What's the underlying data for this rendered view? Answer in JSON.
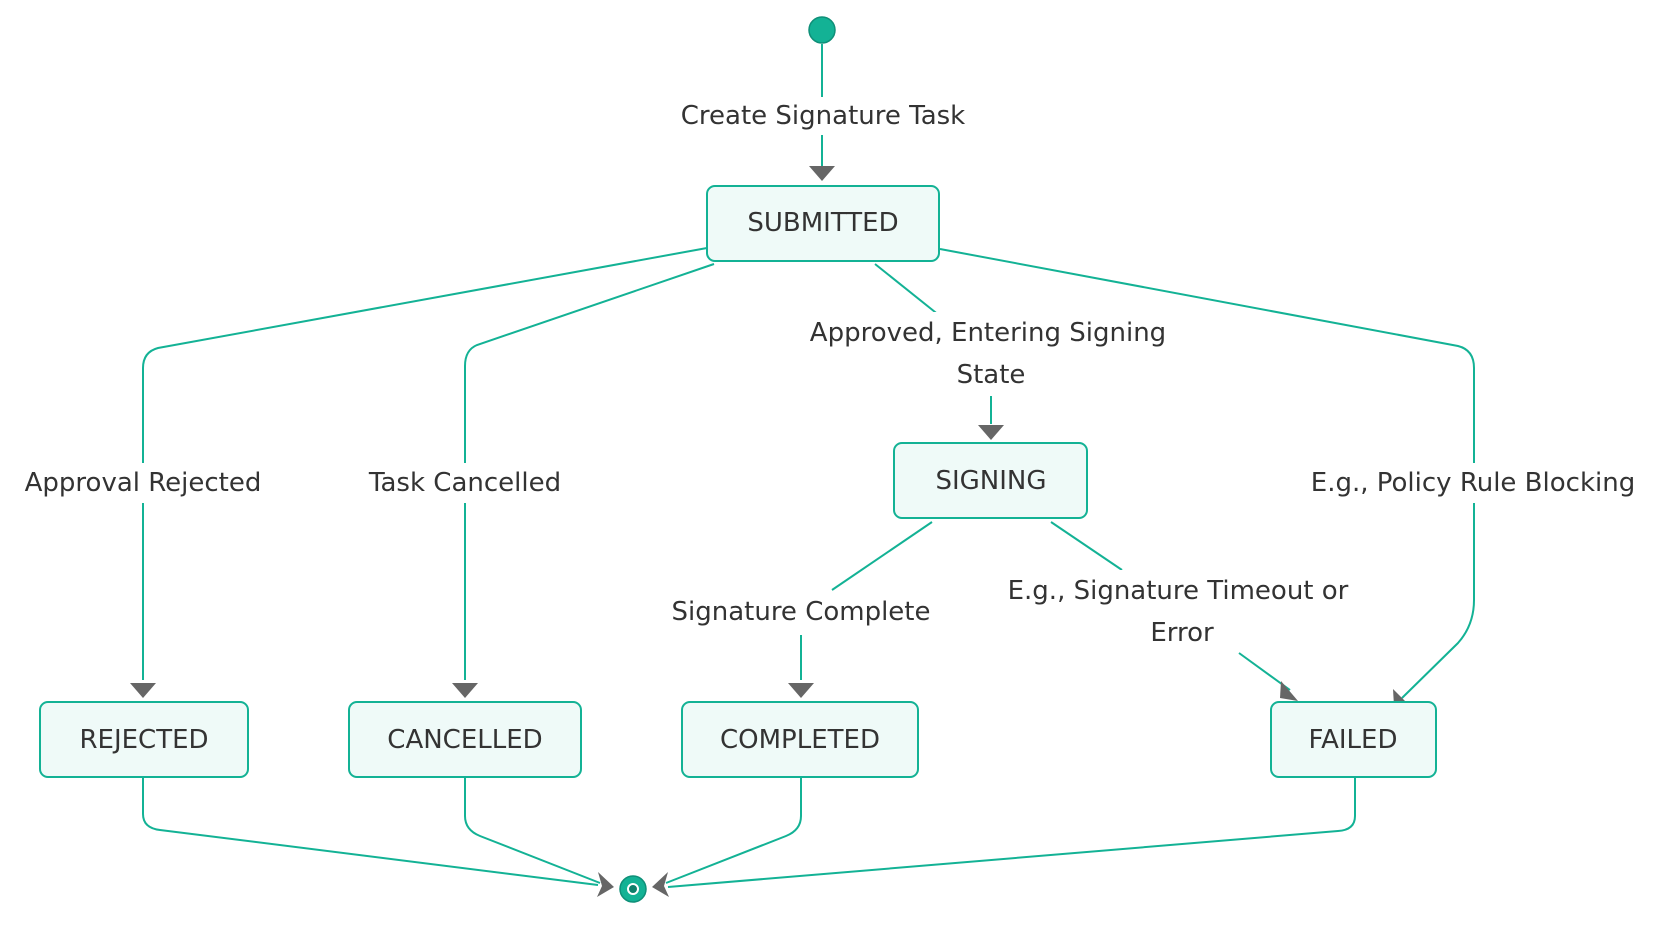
{
  "diagram": {
    "type": "state-diagram",
    "colors": {
      "edge": "#13b295",
      "node_fill": "#effaf8",
      "node_border": "#13b295",
      "arrowhead": "#666666",
      "text": "#333333"
    },
    "states": {
      "submitted": "SUBMITTED",
      "signing": "SIGNING",
      "rejected": "REJECTED",
      "cancelled": "CANCELLED",
      "completed": "COMPLETED",
      "failed": "FAILED"
    },
    "transitions": {
      "create": "Create Signature Task",
      "approved_line1": "Approved, Entering Signing",
      "approved_line2": "State",
      "rejected": "Approval Rejected",
      "cancelled": "Task Cancelled",
      "policy": "E.g., Policy Rule Blocking",
      "complete": "Signature Complete",
      "timeout_line1": "E.g., Signature Timeout or",
      "timeout_line2": "Error"
    },
    "edges": [
      {
        "from": "start",
        "to": "SUBMITTED",
        "label": "Create Signature Task"
      },
      {
        "from": "SUBMITTED",
        "to": "SIGNING",
        "label": "Approved, Entering Signing State"
      },
      {
        "from": "SUBMITTED",
        "to": "REJECTED",
        "label": "Approval Rejected"
      },
      {
        "from": "SUBMITTED",
        "to": "CANCELLED",
        "label": "Task Cancelled"
      },
      {
        "from": "SUBMITTED",
        "to": "FAILED",
        "label": "E.g., Policy Rule Blocking"
      },
      {
        "from": "SIGNING",
        "to": "COMPLETED",
        "label": "Signature Complete"
      },
      {
        "from": "SIGNING",
        "to": "FAILED",
        "label": "E.g., Signature Timeout or Error"
      },
      {
        "from": "REJECTED",
        "to": "end",
        "label": ""
      },
      {
        "from": "CANCELLED",
        "to": "end",
        "label": ""
      },
      {
        "from": "COMPLETED",
        "to": "end",
        "label": ""
      },
      {
        "from": "FAILED",
        "to": "end",
        "label": ""
      }
    ]
  }
}
